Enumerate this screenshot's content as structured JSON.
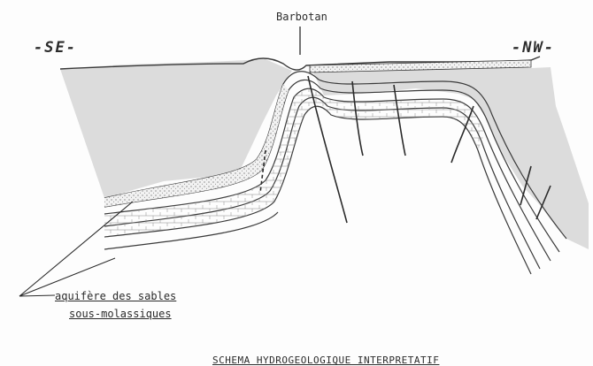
{
  "labels": {
    "direction_left": "-SE-",
    "direction_right": "-NW-",
    "place": "Barbotan",
    "aquifer_line1": "aquifère des sables",
    "aquifer_line2": "sous-molassiques",
    "caption": "SCHEMA HYDROGEOLOGIQUE INTERPRETATIF"
  },
  "colors": {
    "molasse_fill": "#dcdcdc",
    "line": "#3a3a3a",
    "background": "#fdfdfd"
  }
}
